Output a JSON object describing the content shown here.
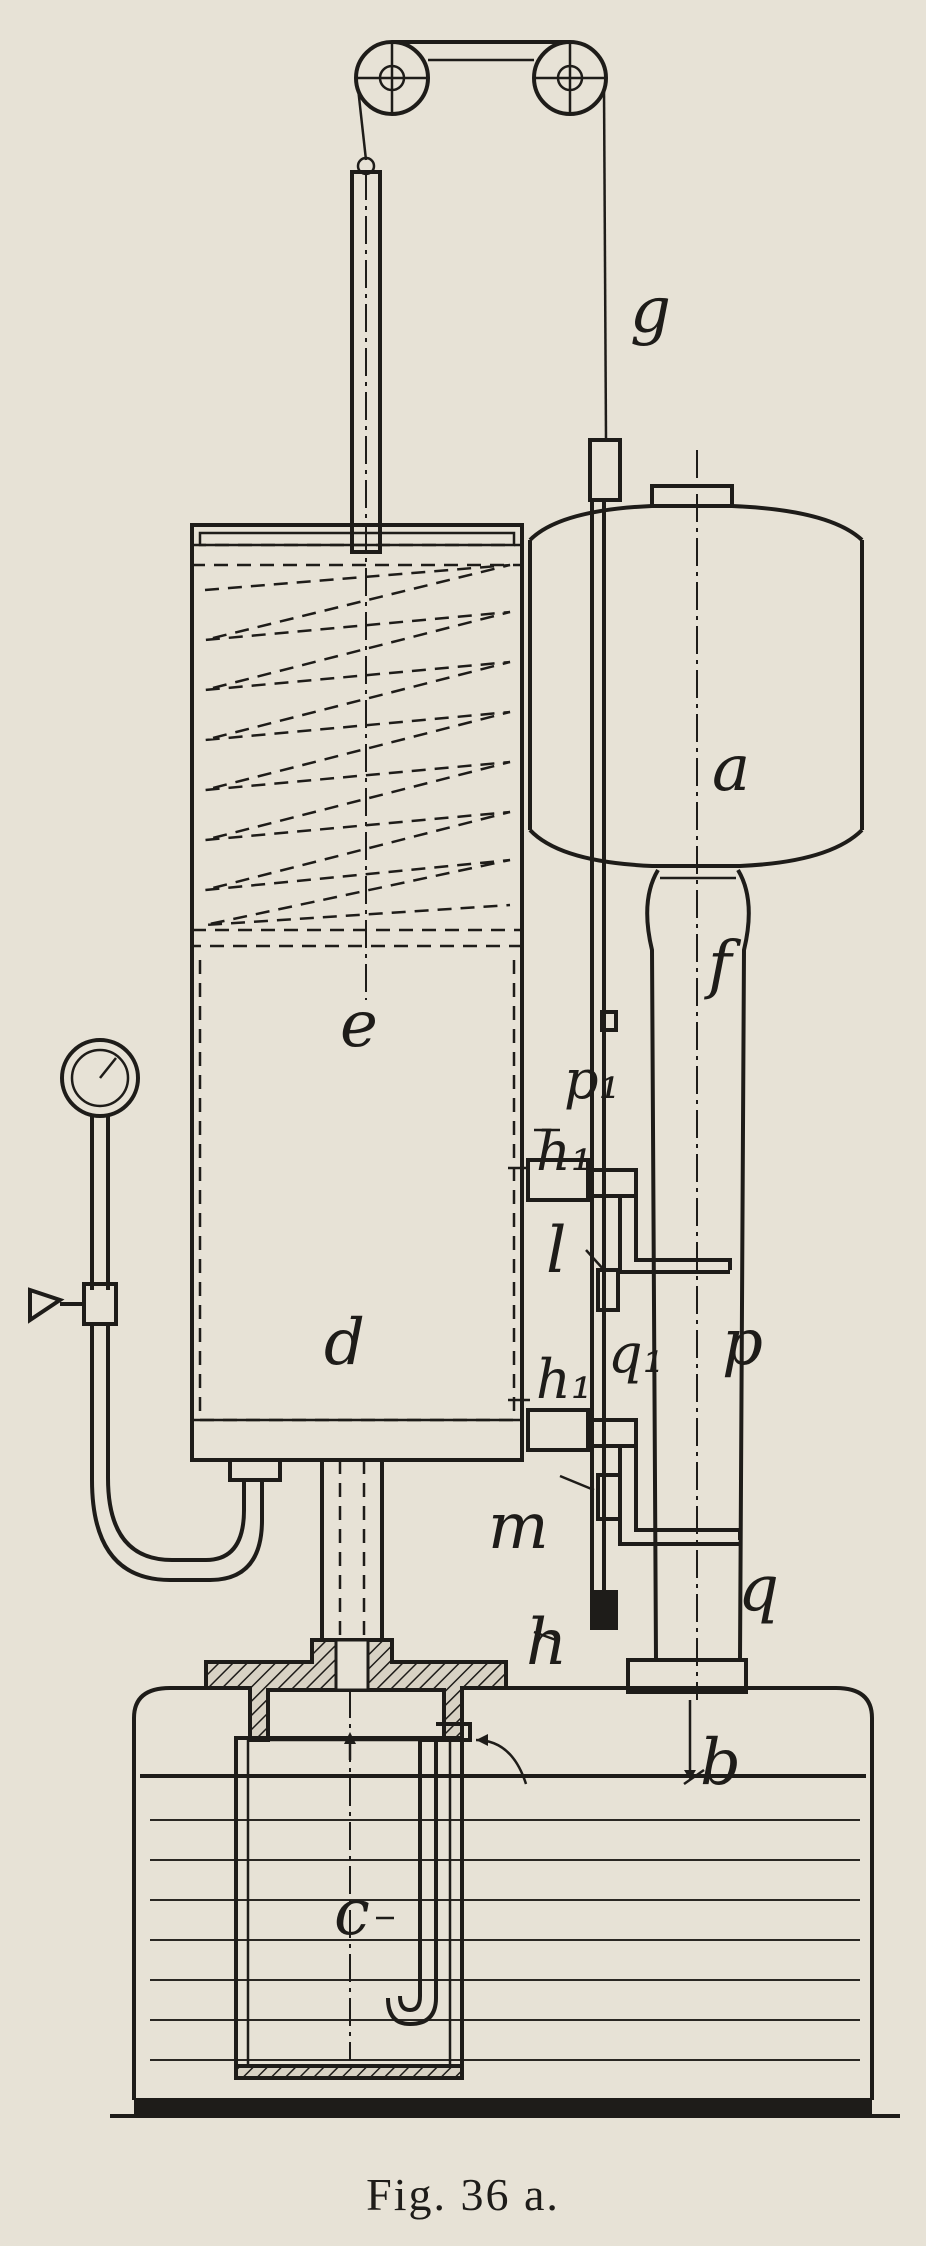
{
  "figure": {
    "caption": "Fig. 36 a."
  },
  "labels": {
    "g": "g",
    "a": "a",
    "f": "f",
    "e": "e",
    "p1": "p₁",
    "h1_upper": "h₁",
    "l": "l",
    "p": "p",
    "d": "d",
    "h1_lower": "h₁",
    "q1": "q₁",
    "m": "m",
    "q": "q",
    "h": "h",
    "b": "b",
    "c": "c"
  }
}
